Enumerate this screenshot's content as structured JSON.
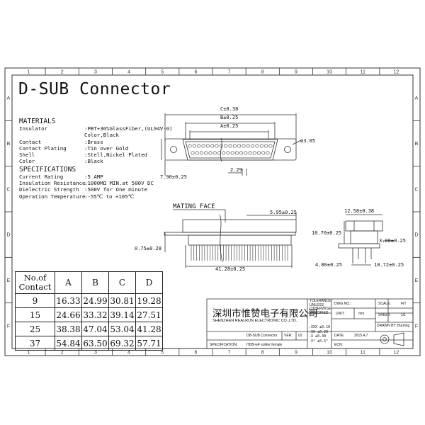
{
  "title": "D-SUB Connector",
  "grid": {
    "columns": [
      "1",
      "2",
      "3",
      "4",
      "5",
      "6",
      "7",
      "8",
      "9",
      "10",
      "11",
      "12"
    ],
    "rows": [
      "A",
      "B",
      "C",
      "D",
      "E",
      "F"
    ]
  },
  "materials": {
    "heading": "MATERIALS",
    "rows": [
      {
        "label": "Insulator",
        "value": ":PBT+30%GlassFiber,(UL94V-0)"
      },
      {
        "label": "",
        "value": "Color,Black"
      },
      {
        "label": "Contact",
        "value": ":Brass"
      },
      {
        "label": "Contact Plating",
        "value": ":Tin over Gold"
      },
      {
        "label": "Shell",
        "value": ":Stell,Nickel Plated"
      },
      {
        "label": "Color",
        "value": ":Black"
      }
    ]
  },
  "specifications": {
    "heading": "SPECIFICATIONS",
    "rows": [
      {
        "label": "Current Rating",
        "value": ":5 AMP"
      },
      {
        "label": "Insulation Resistance",
        "value": ":1000MΩ MIN.at 500V DC"
      },
      {
        "label": "Dielectric Strength",
        "value": ":500V for One minute"
      },
      {
        "label": "Operation Temperature",
        "value": ":-55℃ to +105℃"
      }
    ]
  },
  "front_view": {
    "dim_c": "C±0.38",
    "dim_b": "B±0.25",
    "dim_a": "A±0.25",
    "hole": "ø3.05",
    "pitch": "2.29",
    "height": "7.90±0.25"
  },
  "side_view": {
    "mating_face": "MATING FACE",
    "depth": "5.95±0.25",
    "shell": "0.75±0.28",
    "length": "41.28±0.25"
  },
  "end_view": {
    "width": "12.58±0.38",
    "height": "10.70±0.25",
    "tail": "3.00±0.25",
    "offset": "4.80±0.25",
    "row_span": "10.72±0.25"
  },
  "contacts_table": {
    "header_line1": "No.of",
    "header_line2": "Contact",
    "columns": [
      "A",
      "B",
      "C",
      "D"
    ],
    "rows": [
      {
        "n": "9",
        "a": "16.33",
        "b": "24.99",
        "c": "30.81",
        "d": "19.28"
      },
      {
        "n": "15",
        "a": "24.66",
        "b": "33.32",
        "c": "39.14",
        "d": "27.51"
      },
      {
        "n": "25",
        "a": "38.38",
        "b": "47.04",
        "c": "53.04",
        "d": "41.28"
      },
      {
        "n": "37",
        "a": "54.84",
        "b": "63.50",
        "c": "69.32",
        "d": "57.71"
      }
    ]
  },
  "title_block": {
    "company_cn": "深圳市惟赞电子有限公司",
    "company_en": "SHENZHEN REALRUN ELECTRONIC CO.,LTD.",
    "tolerance": [
      "TOLERANCE",
      "UNLESS",
      "OTHERWISE",
      "SPECIFIED"
    ],
    "tol_rows": [
      ".XXX ±0.10",
      ".XX  ±0.20",
      ".X   ±0.30",
      ".X°  ±0.5°"
    ],
    "dwg_no_label": "DWG NO.:",
    "unit_label": "UNIT:",
    "unit_value": "mm",
    "scale_label": "SCALE:",
    "scale_value": "FIT",
    "sheet_label": "SHEET:",
    "sheet_value": "1/1",
    "drawn_label": "DRAWN BY:",
    "drawn_value": "Burning",
    "date_label": "DATE:",
    "date_value": "2015.4.7",
    "ecn_label": "ECN:",
    "name": "DB-SUB Connector",
    "ver_label": "VER:",
    "ver_value": "02",
    "spec_label": "SPECIFICATION:",
    "spec_value": "HDB-wF solder female"
  }
}
